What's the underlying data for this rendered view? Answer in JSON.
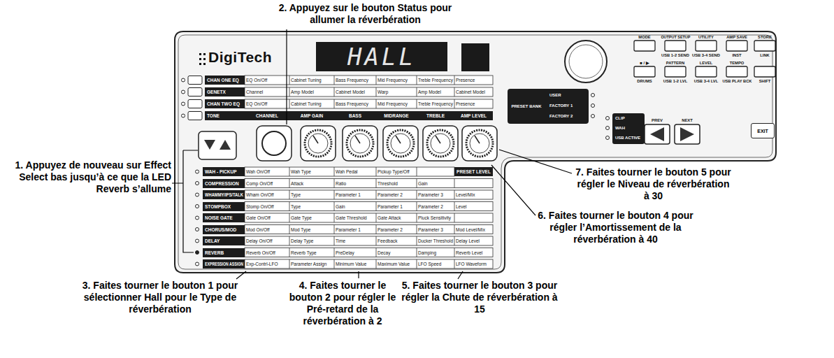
{
  "diagram": {
    "nodes": [
      {
        "text": [
          "HALL"
        ]
      },
      {
        "text": [
          "CHAN ONE EQ"
        ]
      },
      {
        "text": [
          "GENETX"
        ]
      },
      {
        "text": [
          "CHAN TWO EQ"
        ]
      },
      {
        "text": [
          "TONE"
        ]
      },
      {
        "text": [
          "WAH - PICKUP"
        ]
      },
      {
        "text": [
          "COMPRESSION"
        ]
      },
      {
        "text": [
          "WHAMMY/IPS/TALK"
        ]
      },
      {
        "text": [
          "STOMPBOX"
        ]
      },
      {
        "text": [
          "NOISE GATE"
        ]
      },
      {
        "text": [
          "CHORUS/MOD"
        ]
      },
      {
        "text": [
          "DELAY"
        ]
      },
      {
        "text": [
          "REVERB"
        ]
      },
      {
        "text": [
          "EXPRESSION ASSIGN"
        ]
      },
      {
        "text": [
          "PRESET LEVEL"
        ]
      },
      {
        "text": [
          "EXIT"
        ]
      }
    ],
    "labels": [
      "1. Appuyez de nouveau sur Effect Select bas jusqu’à ce que la LED Reverb s’allume",
      "2. Appuyez sur le bouton Status pour allumer la réverbération",
      "3. Faites tourner le bouton 1 pour sélectionner Hall pour le Type de réverbération",
      "4. Faites tourner le bouton 2 pour régler le Pré-retard de la réverbération à 2",
      "5. Faites tourner le bouton 3 pour régler la Chute de réverbération à 15",
      "6. Faites tourner le bouton 4 pour régler l’Amortissement de la réverbération à 40",
      "7. Faites tourner le bouton 5 pour régler le Niveau de réverbération à 30",
      "DigiTech",
      "EQ On/Off",
      "Cabinet Tuning",
      "Bass Frequency",
      "Mid Frequency",
      "Treble Frequency",
      "Presence",
      "Channel",
      "Amp Model",
      "Cabinet Model",
      "Warp",
      "Amp Model",
      "Cabinet Model",
      "EQ On/Off",
      "Cabinet Tuning",
      "Bass Frequency",
      "Mid Frequency",
      "Treble Frequency",
      "Presence",
      "CHANNEL",
      "AMP GAIN",
      "BASS",
      "MIDRANGE",
      "TREBLE",
      "AMP LEVEL",
      "Wah On/Off",
      "Wah Type",
      "Wah Pedal",
      "Pickup Type/Off",
      "Comp On/Off",
      "Attack",
      "Ratio",
      "Threshold",
      "Gain",
      "Wham On/Off",
      "Type",
      "Parameter 1",
      "Parameter 2",
      "Parameter 3",
      "Level/Mix",
      "Stomp On/Off",
      "Type",
      "Gain",
      "Parameter 1",
      "Parameter 2",
      "Level",
      "Gate On/Off",
      "Gate Type",
      "Gate Threshold",
      "Gate Attack",
      "Pluck Sensitivity",
      "Mod On/Off",
      "Mod Type",
      "Parameter 1",
      "Parameter 2",
      "Parameter 3",
      "Mod Level/Mix",
      "Delay On/Off",
      "Delay Type",
      "Time",
      "Feedback",
      "Ducker Threshold",
      "Delay Level",
      "Reverb On/Off",
      "Reverb Type",
      "PreDelay",
      "Decay",
      "Damping",
      "Reverb Level",
      "Exp-Contrl-LFO",
      "Parameter Assign",
      "Minimum Value",
      "Maximum Value",
      "LFO Speed",
      "LFO Waveform",
      "PRESET BANK",
      "USER",
      "FACTORY 1",
      "FACTORY 2",
      "CLIP",
      "WAH",
      "USB ACTIVE",
      "PREV",
      "NEXT",
      "MODE",
      "OUTPUT SETUP",
      "UTILITY",
      "AMP SAVE",
      "STORE",
      "USB 1-2 SEND",
      "USB 3-4 SEND",
      "INST",
      "LINK",
      "■ / ▶",
      "PATTERN",
      "LEVEL",
      "TEMPO",
      "DRUMS",
      "USB 1-2 LVL",
      "USB 3-4 LVL",
      "USB PLAY BCK",
      "SHIFT"
    ]
  }
}
